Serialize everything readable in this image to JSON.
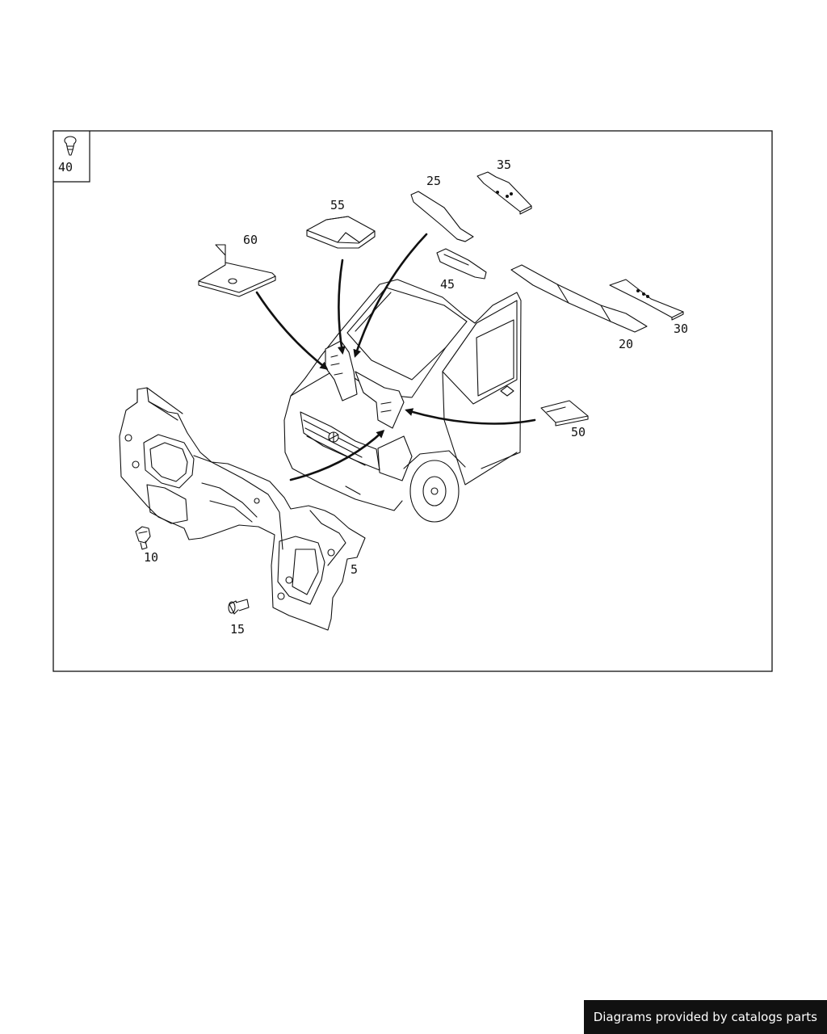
{
  "diagram": {
    "legend_part": "40",
    "callouts": {
      "p5": "5",
      "p10": "10",
      "p15": "15",
      "p20": "20",
      "p25": "25",
      "p30": "30",
      "p35": "35",
      "p45": "45",
      "p50": "50",
      "p55": "55",
      "p60": "60"
    }
  },
  "footer": {
    "text": "Diagrams provided by catalogs parts"
  }
}
